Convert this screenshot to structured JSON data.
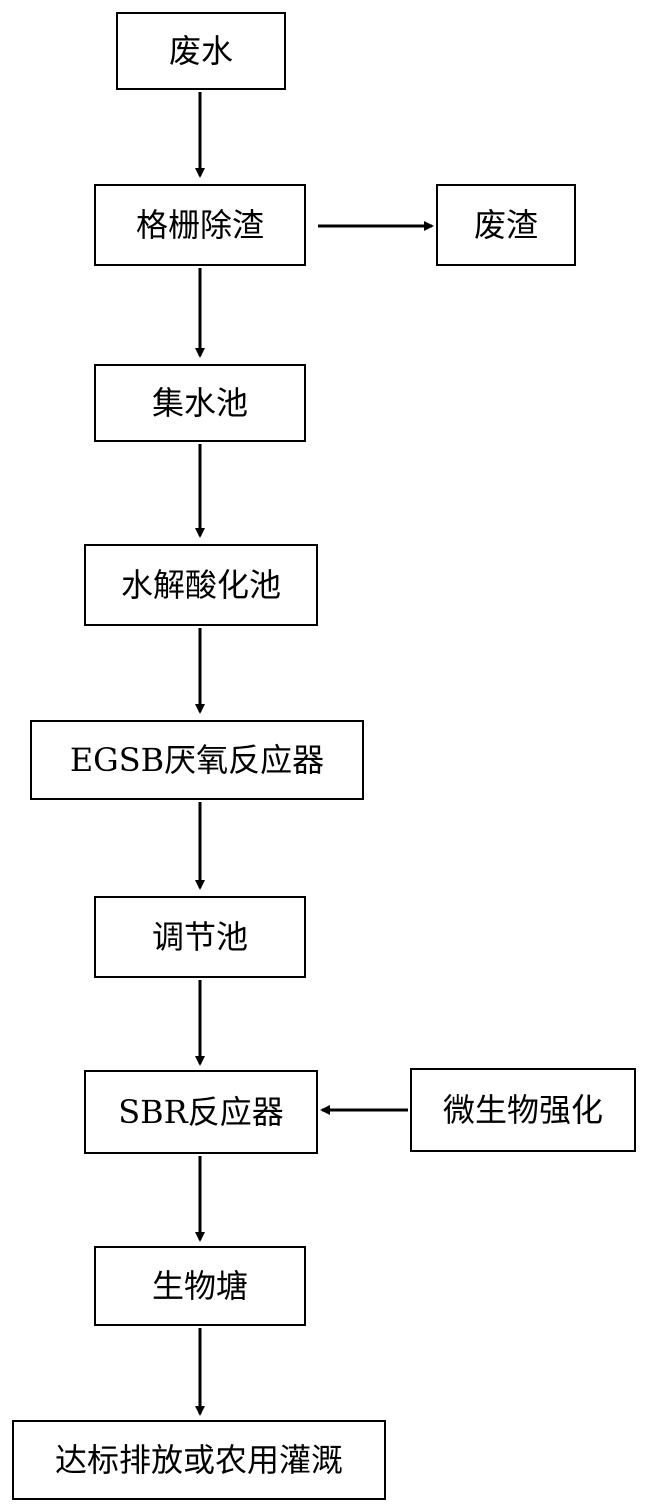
{
  "diagram": {
    "nodes": {
      "wastewater": "废水",
      "screen": "格栅除渣",
      "waste_residue": "废渣",
      "collection_tank": "集水池",
      "hydrolysis_tank": "水解酸化池",
      "egsb": "EGSB厌氧反应器",
      "regulating_tank": "调节池",
      "sbr": "SBR反应器",
      "microbial": "微生物强化",
      "bio_pond": "生物塘",
      "discharge": "达标排放或农用灌溉"
    },
    "edges": [
      {
        "from": "wastewater",
        "to": "screen"
      },
      {
        "from": "screen",
        "to": "waste_residue"
      },
      {
        "from": "screen",
        "to": "collection_tank"
      },
      {
        "from": "collection_tank",
        "to": "hydrolysis_tank"
      },
      {
        "from": "hydrolysis_tank",
        "to": "egsb"
      },
      {
        "from": "egsb",
        "to": "regulating_tank"
      },
      {
        "from": "regulating_tank",
        "to": "sbr"
      },
      {
        "from": "microbial",
        "to": "sbr"
      },
      {
        "from": "sbr",
        "to": "bio_pond"
      },
      {
        "from": "bio_pond",
        "to": "discharge"
      }
    ],
    "colors": {
      "stroke": "#000000",
      "background": "#ffffff"
    }
  }
}
